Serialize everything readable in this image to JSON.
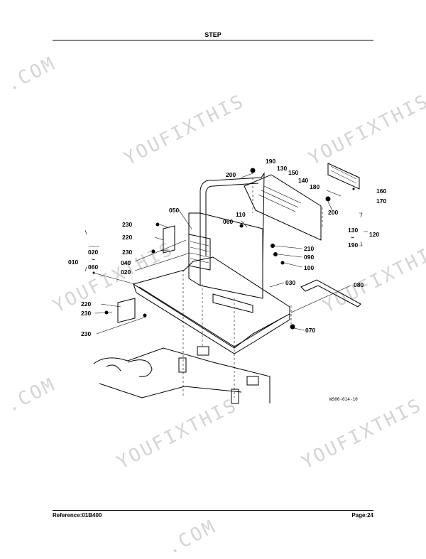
{
  "header": {
    "title": "STEP"
  },
  "footer": {
    "reference": "Reference:01B400",
    "page": "Page:24"
  },
  "watermark": {
    "text": "YOUFIXTHIS",
    "fragment": ".COM"
  },
  "drawing": {
    "code": "WS00-014-10",
    "labels": {
      "l190a": "190",
      "l130a": "130",
      "l150": "150",
      "l140": "140",
      "l180": "180",
      "l200a": "200",
      "l160": "160",
      "l170": "170",
      "l200b": "200",
      "l130b": "130",
      "l120": "120",
      "l190b": "190",
      "l050": "050",
      "l110": "110",
      "l060a": "060",
      "l230a": "230",
      "l220a": "220",
      "l230b": "230",
      "l020a": "020",
      "l060b": "060",
      "l010": "010",
      "l040": "040",
      "l020b": "020",
      "l210": "210",
      "l090": "090",
      "l100": "100",
      "l030": "030",
      "l080": "080",
      "l220b": "220",
      "l230c": "230",
      "l230d": "230",
      "l070": "070",
      "tilde1": "~",
      "tilde2": "~"
    }
  }
}
